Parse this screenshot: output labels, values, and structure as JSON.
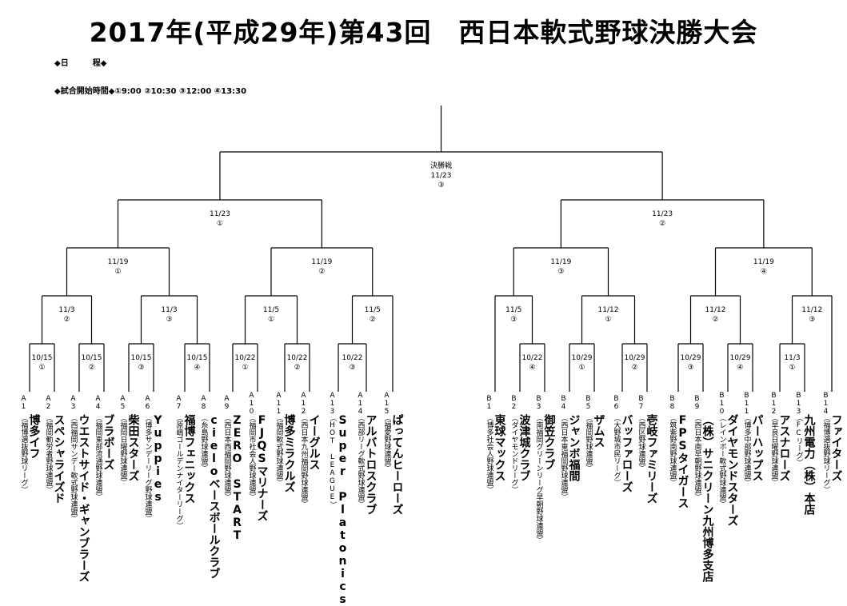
{
  "header": {
    "title": "2017年(平成29年)第43回　西日本軟式野球決勝大会",
    "schedule_label": "◆日　　　程◆",
    "times_label": "◆試合開始時間◆①9:00 ②10:30 ③12:00 ④13:30"
  },
  "games": {
    "final": {
      "t1": "決勝戦",
      "t2": "11/23",
      "t3": "③"
    },
    "sfA": {
      "t1": "11/23",
      "t2": "①"
    },
    "sfB": {
      "t1": "11/23",
      "t2": "②"
    },
    "q1": {
      "t1": "11/19",
      "t2": "①"
    },
    "q2": {
      "t1": "11/19",
      "t2": "②"
    },
    "q3": {
      "t1": "11/19",
      "t2": "③"
    },
    "q4": {
      "t1": "11/19",
      "t2": "④"
    },
    "r1": {
      "t1": "11/3",
      "t2": "②"
    },
    "r2": {
      "t1": "11/3",
      "t2": "③"
    },
    "r3": {
      "t1": "11/5",
      "t2": "①"
    },
    "r4": {
      "t1": "11/5",
      "t2": "②"
    },
    "r5": {
      "t1": "11/5",
      "t2": "③"
    },
    "r6": {
      "t1": "11/12",
      "t2": "①"
    },
    "r7": {
      "t1": "11/12",
      "t2": "②"
    },
    "r8": {
      "t1": "11/12",
      "t2": "③"
    },
    "f1": {
      "t1": "10/15",
      "t2": "①"
    },
    "f2": {
      "t1": "10/15",
      "t2": "②"
    },
    "f3": {
      "t1": "10/15",
      "t2": "③"
    },
    "f4": {
      "t1": "10/15",
      "t2": "④"
    },
    "f5": {
      "t1": "10/22",
      "t2": "①"
    },
    "f6": {
      "t1": "10/22",
      "t2": "②"
    },
    "f7": {
      "t1": "10/22",
      "t2": "③"
    },
    "f8": {
      "t1": "10/22",
      "t2": "④"
    },
    "f9": {
      "t1": "10/29",
      "t2": "①"
    },
    "f10": {
      "t1": "10/29",
      "t2": "②"
    },
    "f11": {
      "t1": "10/29",
      "t2": "③"
    },
    "f12": {
      "t1": "10/29",
      "t2": "④"
    },
    "f13": {
      "t1": "11/3",
      "t2": "①"
    }
  },
  "teams": [
    {
      "code": "A1",
      "name": "博多イフ",
      "league": "（福博選抜野球リーグ）"
    },
    {
      "code": "A2",
      "name": "スペシャライズド",
      "league": "（福岡勤労者野球連盟）"
    },
    {
      "code": "A3",
      "name": "ウエストサイド・ギャンブラーズ",
      "league": "（西福岡サンデー軟式野球連盟）"
    },
    {
      "code": "A4",
      "name": "ブラボーズ",
      "league": "（福岡東部流通野球連盟）"
    },
    {
      "code": "A5",
      "name": "柴田スターズ",
      "league": "（福岡日曜野球連盟）"
    },
    {
      "code": "A6",
      "name": "Yuppies",
      "league": "（博多サンデーリーグ野球連盟）"
    },
    {
      "code": "A7",
      "name": "福博フェニックス",
      "league": "（原嶋ゴールデンナイターリーグ）"
    },
    {
      "code": "A8",
      "name": "cieloベースボールクラブ",
      "league": "（糸島野球連盟）"
    },
    {
      "code": "A9",
      "name": "ZERO START",
      "league": "（西日本西福岡野球連盟）"
    },
    {
      "code": "A10",
      "name": "FJQSマリナーズ",
      "league": "（福岡市社会人野球連盟）"
    },
    {
      "code": "A11",
      "name": "博多ミラクルズ",
      "league": "（福岡軟式野球連盟）"
    },
    {
      "code": "A12",
      "name": "イーグルス",
      "league": "（西日本九州福岡野球連盟）"
    },
    {
      "code": "A13",
      "name": "Super Platonics",
      "league": "（HOT LEAGUE）"
    },
    {
      "code": "A14",
      "name": "アルバトロスクラブ",
      "league": "（西部リーグ軟式野球連盟）"
    },
    {
      "code": "A15",
      "name": "ぱってんヒーローズ",
      "league": "（福愛野球連盟）"
    },
    {
      "code": "B1",
      "name": "東球マックス",
      "league": "（博多社会人野球連盟）"
    },
    {
      "code": "B2",
      "name": "波津城クラブ",
      "league": "（ダイヤモンドリーグ）"
    },
    {
      "code": "B3",
      "name": "御笠クラブ",
      "league": "（南福岡グリーンリーグ早朝野球連盟）"
    },
    {
      "code": "B4",
      "name": "ジャンボ福間",
      "league": "（西日本東福岡野球連盟）"
    },
    {
      "code": "B5",
      "name": "ザムス",
      "league": "（福岡野球連盟）"
    },
    {
      "code": "B6",
      "name": "バッファローズ",
      "league": "（大野城市民リーグ）"
    },
    {
      "code": "B7",
      "name": "壱岐ファミリーズ",
      "league": "（西区野球連盟）"
    },
    {
      "code": "B8",
      "name": "FPSタイガース",
      "league": "（筑紫野南野球連盟）"
    },
    {
      "code": "B9",
      "name": "（株）サニクリーン九州博多支店",
      "league": "（西日本南早朝野球連盟）"
    },
    {
      "code": "B10",
      "name": "ダイヤモンドスターズ",
      "league": "（レインボー軟式野球連盟）"
    },
    {
      "code": "B11",
      "name": "パーハップス",
      "league": "（博多中部野球連盟）"
    },
    {
      "code": "B12",
      "name": "アスナローズ",
      "league": "（早良日曜野球連盟）"
    },
    {
      "code": "B13",
      "name": "九州電力（株）本店",
      "league": "（FCリーグ）"
    },
    {
      "code": "B14",
      "name": "ファイターズ",
      "league": "（福博選抜野球リーグ）"
    }
  ]
}
